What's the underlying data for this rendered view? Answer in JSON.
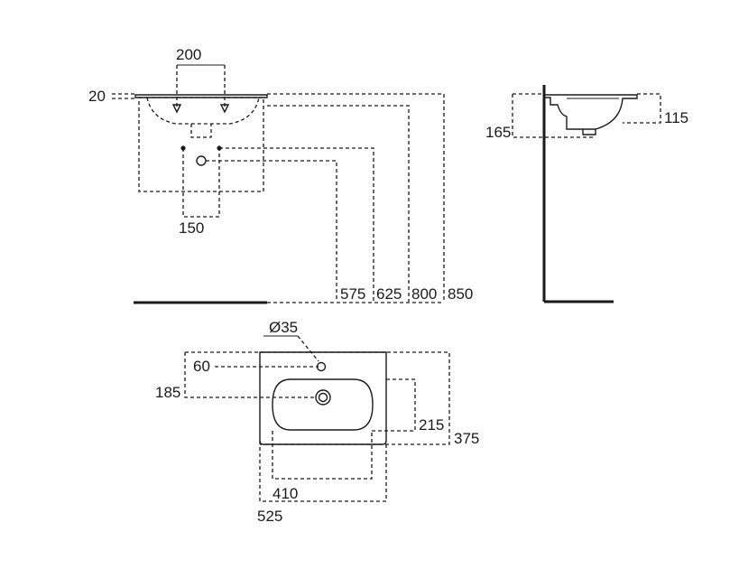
{
  "front_view": {
    "dim_tap_spacing": "200",
    "dim_top_thickness": "20",
    "dim_waste_spacing": "150",
    "dim_575": "575",
    "dim_625": "625",
    "dim_800": "800",
    "dim_850": "850"
  },
  "side_view": {
    "dim_depth_165": "165",
    "dim_depth_115": "115"
  },
  "plan_view": {
    "dim_tap_hole": "Ø35",
    "dim_60": "60",
    "dim_185": "185",
    "dim_215": "215",
    "dim_375": "375",
    "dim_410": "410",
    "dim_525": "525"
  },
  "colors": {
    "line": "#1a1a1a",
    "background": "#ffffff"
  }
}
